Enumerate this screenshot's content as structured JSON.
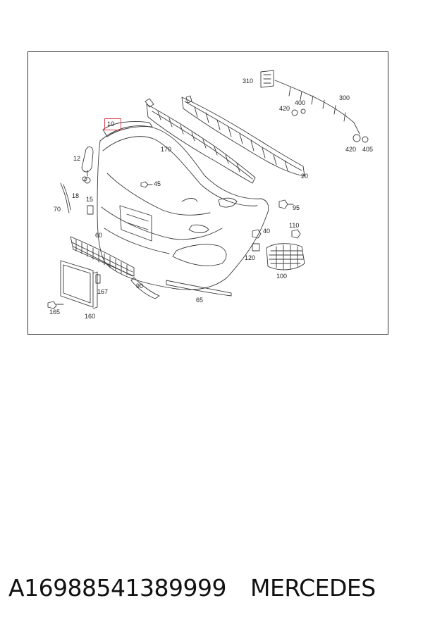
{
  "diagram": {
    "highlight_color": "#d9434e",
    "line_color": "#3a3a3a",
    "callouts": {
      "c10": "10",
      "c12": "12",
      "c15": "15",
      "c18": "18",
      "c20": "20",
      "c40": "40",
      "c45": "45",
      "c60": "60",
      "c65": "65",
      "c70": "70",
      "c90": "90",
      "c95": "95",
      "c100": "100",
      "c110": "110",
      "c120": "120",
      "c160": "160",
      "c165": "165",
      "c167": "167",
      "c170": "170",
      "c300": "300",
      "c310": "310",
      "c400": "400",
      "c405": "405",
      "c420a": "420",
      "c420b": "420"
    }
  },
  "caption": {
    "part_number": "A16988541389999",
    "brand": "MERCEDES"
  }
}
